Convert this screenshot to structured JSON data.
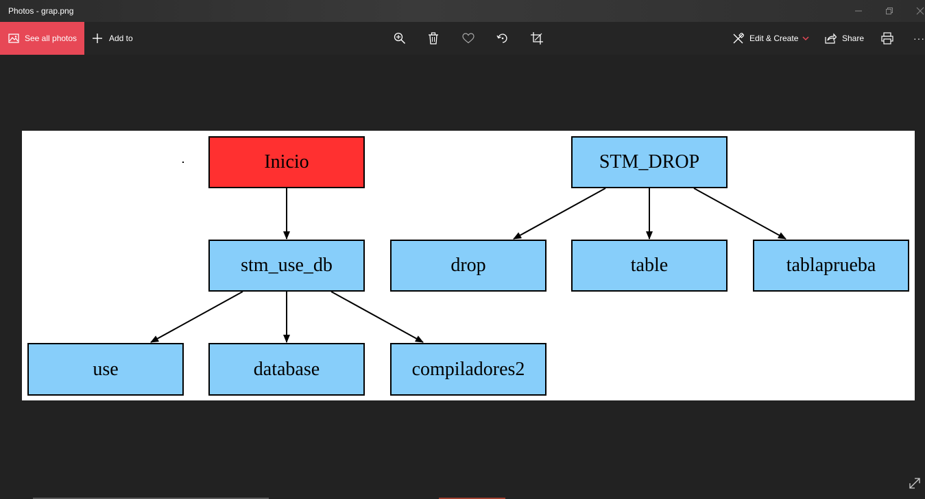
{
  "window": {
    "title": "Photos - grap.png"
  },
  "toolbar": {
    "see_all": "See all photos",
    "add_to": "Add to",
    "edit_create": "Edit & Create",
    "share": "Share",
    "more": "···"
  },
  "colors": {
    "accent": "#e74856",
    "node_fill": "#87cefa",
    "start_fill": "#ff3030"
  },
  "diagram": {
    "nodes": {
      "inicio": "Inicio",
      "stm_use_db": "stm_use_db",
      "use": "use",
      "database": "database",
      "compiladores2": "compiladores2",
      "stm_drop": "STM_DROP",
      "drop": "drop",
      "table": "table",
      "tablaprueba": "tablaprueba"
    },
    "edges": [
      [
        "Inicio",
        "stm_use_db"
      ],
      [
        "stm_use_db",
        "use"
      ],
      [
        "stm_use_db",
        "database"
      ],
      [
        "stm_use_db",
        "compiladores2"
      ],
      [
        "STM_DROP",
        "drop"
      ],
      [
        "STM_DROP",
        "table"
      ],
      [
        "STM_DROP",
        "tablaprueba"
      ]
    ]
  }
}
